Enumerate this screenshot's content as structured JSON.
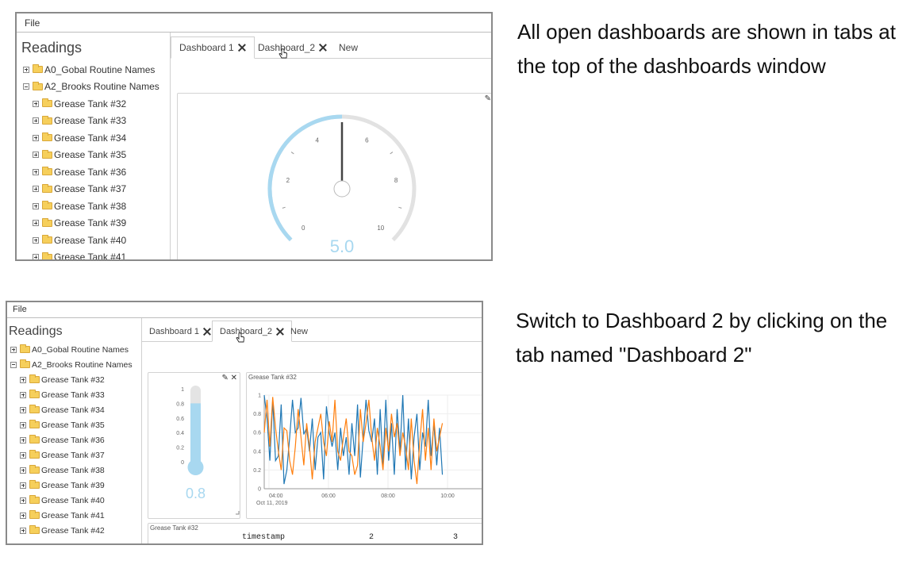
{
  "app": {
    "menu_file": "File",
    "sidebar_title": "Readings",
    "tree": [
      {
        "label": "A0_Gobal Routine Names",
        "level": 0,
        "state": "collapsed"
      },
      {
        "label": "A2_Brooks Routine Names",
        "level": 0,
        "state": "expanded"
      },
      {
        "label": "Grease Tank #32",
        "level": 1,
        "state": "collapsed"
      },
      {
        "label": "Grease Tank #33",
        "level": 1,
        "state": "collapsed"
      },
      {
        "label": "Grease Tank #34",
        "level": 1,
        "state": "collapsed"
      },
      {
        "label": "Grease Tank #35",
        "level": 1,
        "state": "collapsed"
      },
      {
        "label": "Grease Tank #36",
        "level": 1,
        "state": "collapsed"
      },
      {
        "label": "Grease Tank #37",
        "level": 1,
        "state": "collapsed"
      },
      {
        "label": "Grease Tank #38",
        "level": 1,
        "state": "collapsed"
      },
      {
        "label": "Grease Tank #39",
        "level": 1,
        "state": "collapsed"
      },
      {
        "label": "Grease Tank #40",
        "level": 1,
        "state": "collapsed"
      },
      {
        "label": "Grease Tank #41",
        "level": 1,
        "state": "collapsed"
      },
      {
        "label": "Grease Tank #42",
        "level": 1,
        "state": "collapsed"
      }
    ],
    "tabs": {
      "dashboard1": "Dashboard 1",
      "dashboard2": "Dashboard_2",
      "new": "New"
    }
  },
  "screenshot1": {
    "active_tab": "dashboard1",
    "gauge": {
      "min": 0,
      "max": 10,
      "value": 5.0,
      "value_label": "5.0",
      "tick_labels": [
        "0",
        "2",
        "4",
        "6",
        "8",
        "10"
      ],
      "fill_color": "#a8d8f0",
      "track_color": "#e2e2e2"
    }
  },
  "screenshot2": {
    "active_tab": "dashboard2",
    "thermometer": {
      "value": 0.8,
      "value_label": "0.8",
      "min": 0,
      "max": 1,
      "tick_labels": [
        "1",
        "0.8",
        "0.6",
        "0.4",
        "0.2",
        "0"
      ],
      "fill_color": "#a8d8f0"
    },
    "chart_panel_title": "Grease Tank #32",
    "table_panel_title": "Grease Tank #32",
    "table_headers": [
      "timestamp",
      "2",
      "3"
    ]
  },
  "chart_data": {
    "type": "line",
    "title": "Grease Tank #32",
    "x_tick_labels": [
      "04:00",
      "06:00",
      "08:00",
      "10:00"
    ],
    "x_date_label": "Oct 11, 2019",
    "y_tick_labels": [
      "0",
      "0.2",
      "0.4",
      "0.6",
      "0.8",
      "1"
    ],
    "ylim": [
      0,
      1
    ],
    "xlim": [
      0,
      78
    ],
    "grid": true,
    "series": [
      {
        "color": "#1f77b4",
        "values": [
          1.0,
          0.75,
          0.3,
          0.95,
          0.3,
          0.35,
          0.9,
          0.05,
          0.2,
          0.55,
          0.95,
          0.6,
          0.65,
          0.97,
          0.58,
          0.65,
          0.4,
          0.75,
          0.2,
          0.55,
          0.6,
          0.1,
          0.88,
          0.6,
          0.45,
          0.6,
          0.2,
          0.65,
          0.35,
          0.55,
          0.15,
          0.7,
          0.35,
          0.9,
          0.12,
          0.55,
          0.95,
          0.62,
          0.5,
          0.75,
          0.15,
          0.85,
          0.25,
          0.95,
          0.3,
          0.7,
          0.15,
          0.85,
          0.4,
          1.0,
          0.2,
          0.75,
          0.1,
          0.55,
          0.8,
          0.2,
          0.6,
          0.45,
          0.95,
          0.35,
          0.7,
          0.25,
          0.65,
          0.15
        ]
      },
      {
        "color": "#ff7f0e",
        "values": [
          0.6,
          0.95,
          0.45,
          0.98,
          0.65,
          0.4,
          0.2,
          0.65,
          0.62,
          0.3,
          0.15,
          0.45,
          0.85,
          0.55,
          0.25,
          0.7,
          0.45,
          0.1,
          0.5,
          0.65,
          0.8,
          0.5,
          0.35,
          0.72,
          0.5,
          0.95,
          0.4,
          0.3,
          0.55,
          0.75,
          0.4,
          0.35,
          0.15,
          0.25,
          0.85,
          0.5,
          0.7,
          0.95,
          0.55,
          0.3,
          0.65,
          0.45,
          0.2,
          0.65,
          0.4,
          0.8,
          0.55,
          0.7,
          0.35,
          0.6,
          0.45,
          0.2,
          0.75,
          0.3,
          0.05,
          0.5,
          0.85,
          0.3,
          0.65,
          0.2,
          0.75,
          0.4,
          0.55,
          0.7
        ]
      }
    ]
  },
  "captions": {
    "first": "All open dashboards are shown in tabs at the top of the dashboards window",
    "second": "Switch to Dashboard 2 by clicking on the tab named \"Dashboard 2\""
  }
}
